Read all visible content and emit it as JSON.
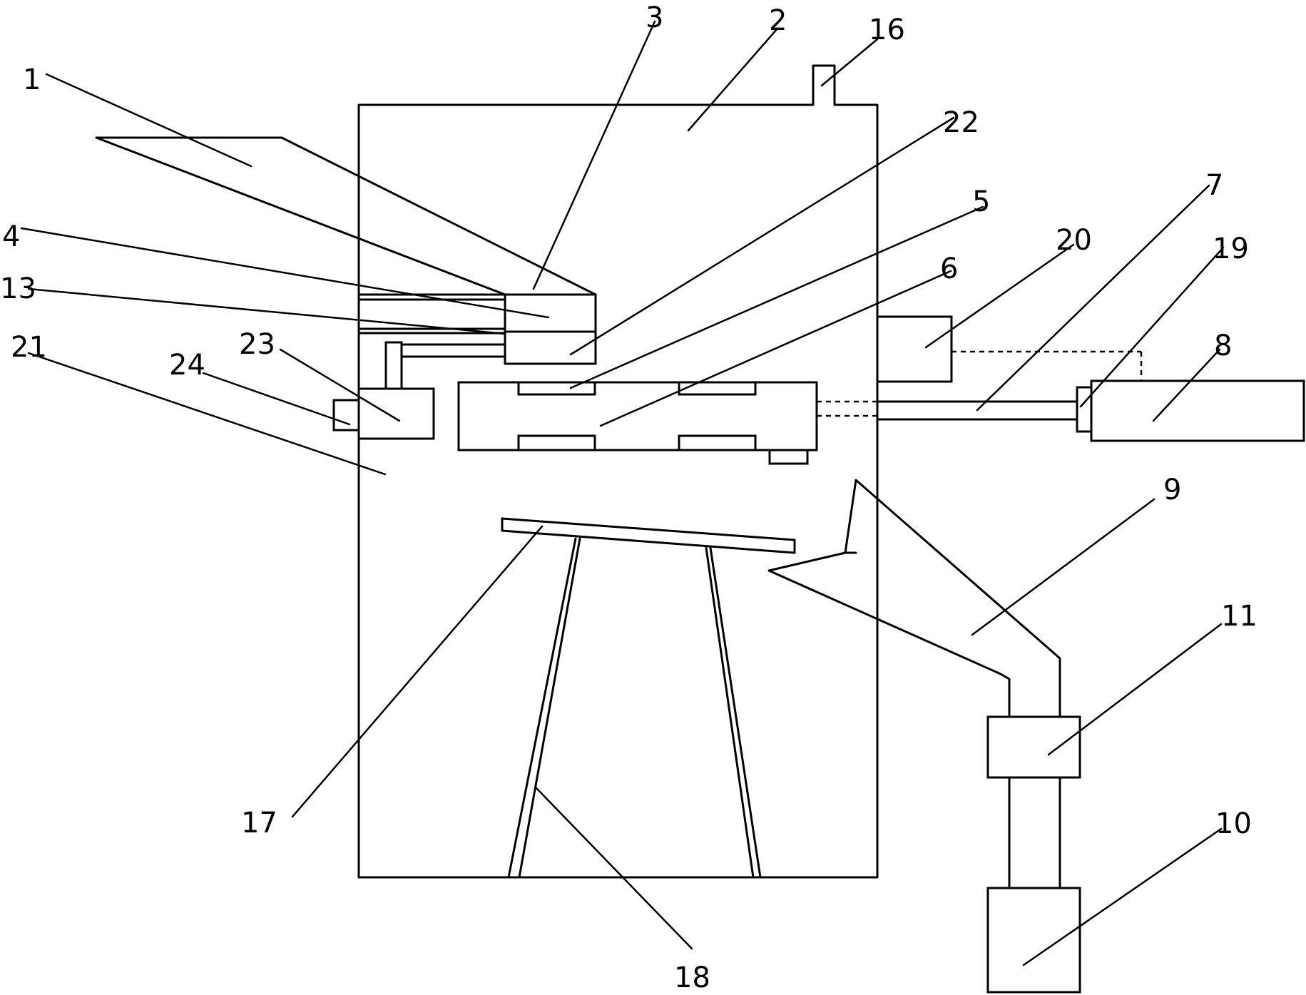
{
  "labels": {
    "l1": "1",
    "l2": "2",
    "l3": "3",
    "l4": "4",
    "l5": "5",
    "l6": "6",
    "l7": "7",
    "l8": "8",
    "l9": "9",
    "l10": "10",
    "l11": "11",
    "l13": "13",
    "l16": "16",
    "l17": "17",
    "l18": "18",
    "l19": "19",
    "l20": "20",
    "l21": "21",
    "l22": "22",
    "l23": "23",
    "l24": "24"
  }
}
